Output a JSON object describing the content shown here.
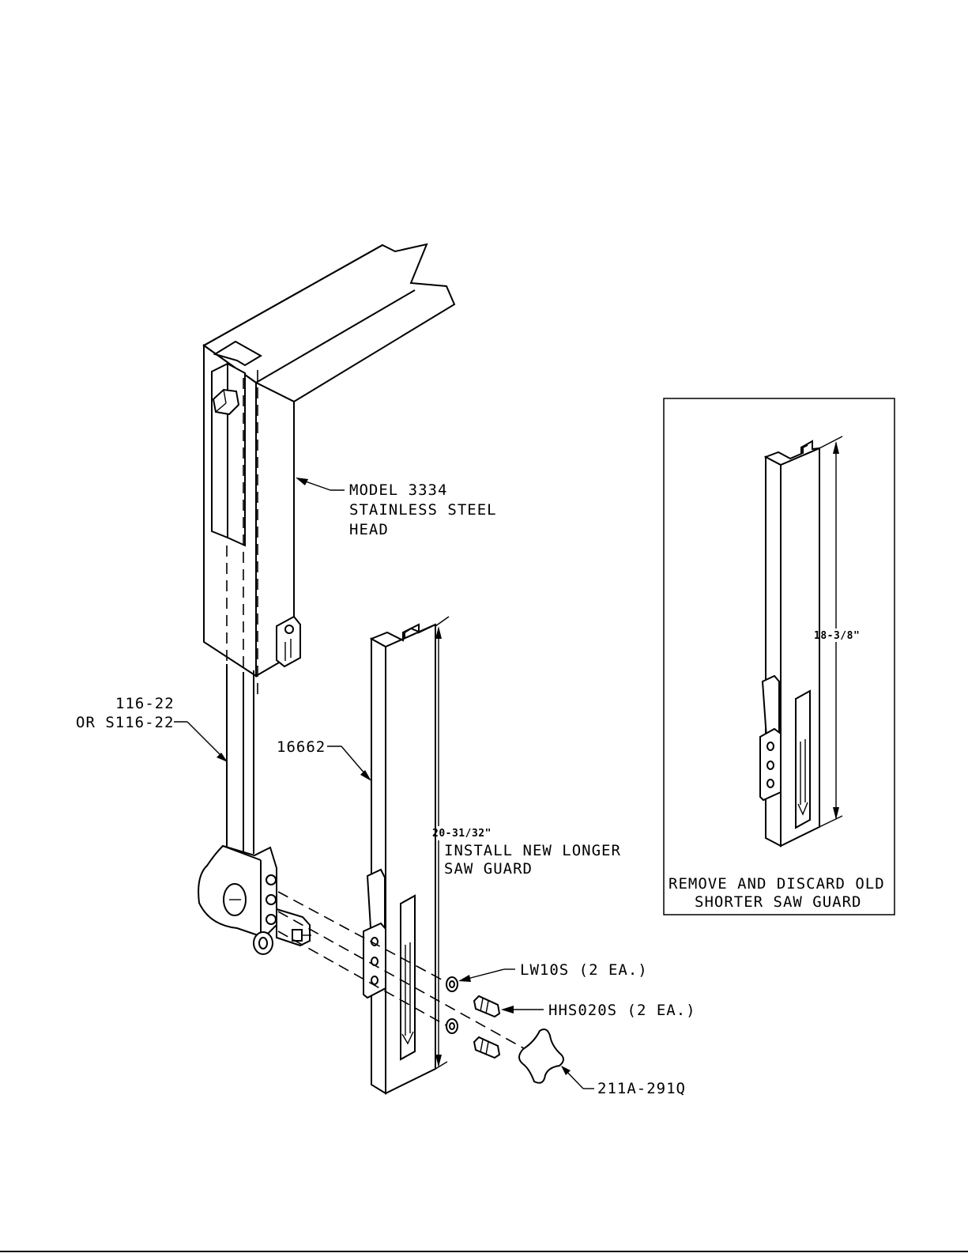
{
  "labels": {
    "head_line1": "MODEL 3334",
    "head_line2": "STAINLESS STEEL",
    "head_line3": "HEAD",
    "bar_line1": "116-22",
    "bar_line2": "OR S116-22",
    "guard_part": "16662",
    "new_dim": "20-31/32\"",
    "install_line1": "INSTALL NEW LONGER",
    "install_line2": "SAW GUARD",
    "washer": "LW10S (2 EA.)",
    "screw": "HHS020S (2 EA.)",
    "knob": "211A-291Q"
  },
  "inset": {
    "dim": "18-3/8\"",
    "caption_line1": "REMOVE AND DISCARD OLD",
    "caption_line2": "SHORTER SAW GUARD"
  }
}
